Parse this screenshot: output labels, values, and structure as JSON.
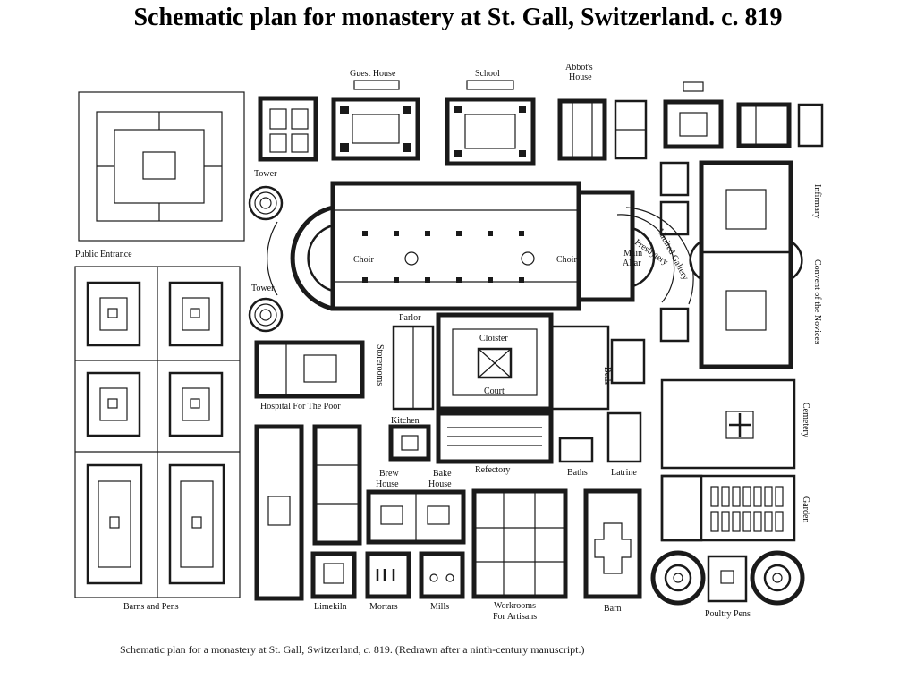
{
  "title": "Schematic plan for monastery at St. Gall, Switzerland. c. 819",
  "caption": {
    "main": "Schematic plan for a monastery at St. Gall, Switzerland, ",
    "italic": "c.",
    "rest": " 819. (Redrawn after a ninth-century manuscript.)"
  },
  "labels": {
    "guest_house": "Guest House",
    "school": "School",
    "abbots_house_1": "Abbot's",
    "abbots_house_2": "House",
    "tower_top": "Tower",
    "tower_bottom": "Tower",
    "public_entrance": "Public Entrance",
    "choir_left": "Choir",
    "choir_right": "Choir",
    "main_altar_1": "Main",
    "main_altar_2": "Altar",
    "presbytery": "Presbytery",
    "vaulted_gallery": "Vaulted Gallery",
    "parlor": "Parlor",
    "storerooms": "Storerooms",
    "cloister": "Cloister",
    "court": "Court",
    "beds": "Beds",
    "hospital": "Hospital For The Poor",
    "kitchen": "Kitchen",
    "brew_house_1": "Brew",
    "brew_house_2": "House",
    "bake_house_1": "Bake",
    "bake_house_2": "House",
    "refectory": "Refectory",
    "baths": "Baths",
    "latrine": "Latrine",
    "infirmary": "Infirmary",
    "convent": "Convent of the Novices",
    "cemetery": "Cemetery",
    "garden": "Garden",
    "barns_pens": "Barns and Pens",
    "limekiln": "Limekiln",
    "mortars": "Mortars",
    "mills": "Mills",
    "workrooms_1": "Workrooms",
    "workrooms_2": "For Artisans",
    "barn": "Barn",
    "poultry_pens": "Poultry Pens"
  }
}
